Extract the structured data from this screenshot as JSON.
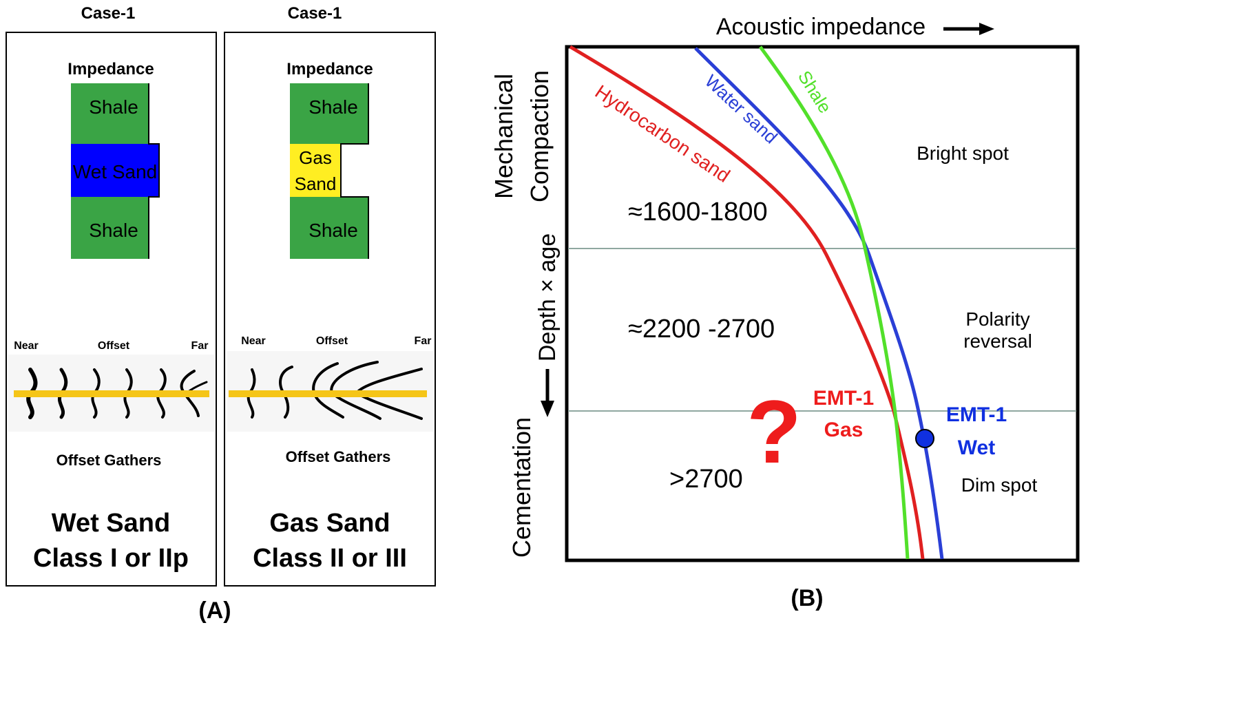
{
  "panel_a": {
    "label": "(A)",
    "left_case": {
      "case_title": "Case-1",
      "impedance_title": "Impedance",
      "top_layer": "Shale",
      "middle_layer": "Wet Sand",
      "bottom_layer": "Shale",
      "gather_near": "Near",
      "gather_offset": "Offset",
      "gather_far": "Far",
      "gather_title": "Offset Gathers",
      "summary_line1": "Wet Sand",
      "summary_line2": "Class I or IIp"
    },
    "right_case": {
      "case_title": "Case-1",
      "impedance_title": "Impedance",
      "top_layer": "Shale",
      "middle_layer_line1": "Gas",
      "middle_layer_line2": "Sand",
      "bottom_layer": "Shale",
      "gather_near": "Near",
      "gather_offset": "Offset",
      "gather_far": "Far",
      "gather_title": "Offset Gathers",
      "summary_line1": "Gas Sand",
      "summary_line2": "Class II or III"
    },
    "colors": {
      "shale": "#3aa445",
      "wet_sand": "#0000ff",
      "gas_sand": "#ffee22",
      "reflector": "#f5c518"
    }
  },
  "panel_b": {
    "label": "(B)",
    "x_axis_label": "Acoustic impedance",
    "y_axis_top_label_line1": "Mechanical",
    "y_axis_top_label_line2": "Compaction",
    "y_axis_mid_label": "Depth × age",
    "y_axis_bottom_label": "Cementation",
    "curves": [
      {
        "name": "Hydrocarbon sand",
        "color": "#e02020"
      },
      {
        "name": "Water sand",
        "color": "#2a3fd6"
      },
      {
        "name": "Shale",
        "color": "#52e02a"
      }
    ],
    "zones": [
      {
        "depth_label": "≈1600-1800",
        "effect": "Bright spot"
      },
      {
        "depth_label": "≈2200 -2700",
        "effect_line1": "Polarity",
        "effect_line2": "reversal"
      },
      {
        "depth_label": ">2700",
        "effect": "Dim spot"
      }
    ],
    "question_mark": "?",
    "gas_label_line1": "EMT-1",
    "gas_label_line2": "Gas",
    "wet_label_line1": "EMT-1",
    "wet_label_line2": "Wet",
    "colors": {
      "gas": "#ee1c1c",
      "wet": "#1030e0",
      "divider": "#8fa7a0"
    }
  }
}
